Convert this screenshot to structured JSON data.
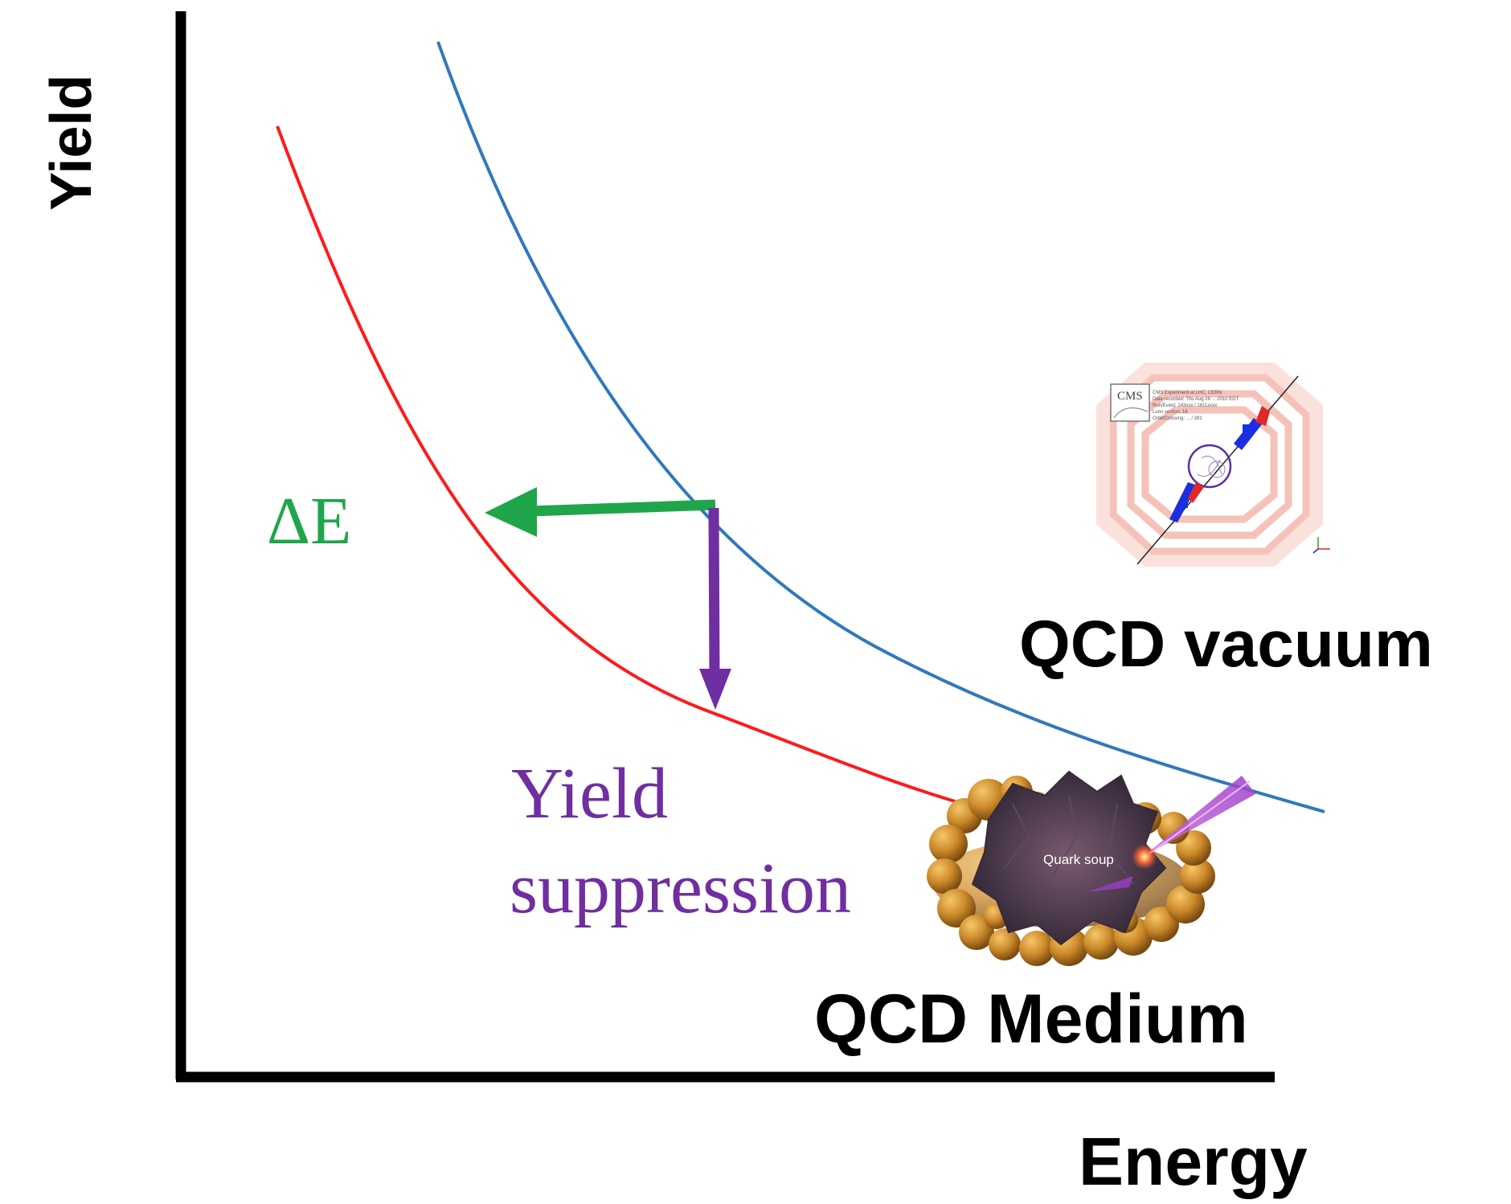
{
  "axes": {
    "y_label": "Yield",
    "x_label": "Energy"
  },
  "curves": {
    "vacuum": {
      "color": "#2f78be"
    },
    "medium": {
      "color": "#ff1a1a"
    }
  },
  "annotations": {
    "delta_e": {
      "text": "ΔE",
      "color": "#1fa64a"
    },
    "suppression": {
      "line1": "Yield",
      "line2": "suppression",
      "color": "#6f2fa0"
    }
  },
  "labels": {
    "vacuum": "QCD vacuum",
    "medium": "QCD Medium"
  },
  "event_display": {
    "logo": "CMS",
    "info_lines": [
      "CMS Experiment at LHC, CERN",
      "Data recorded: Thu Aug 26 ... 2010 EDT",
      "Run/Event: 143xxx / 1611xxxx",
      "Lumi section: 16",
      "Orbit/Crossing: ... / 281"
    ]
  },
  "medium_illustration": {
    "caption": "Quark soup"
  }
}
